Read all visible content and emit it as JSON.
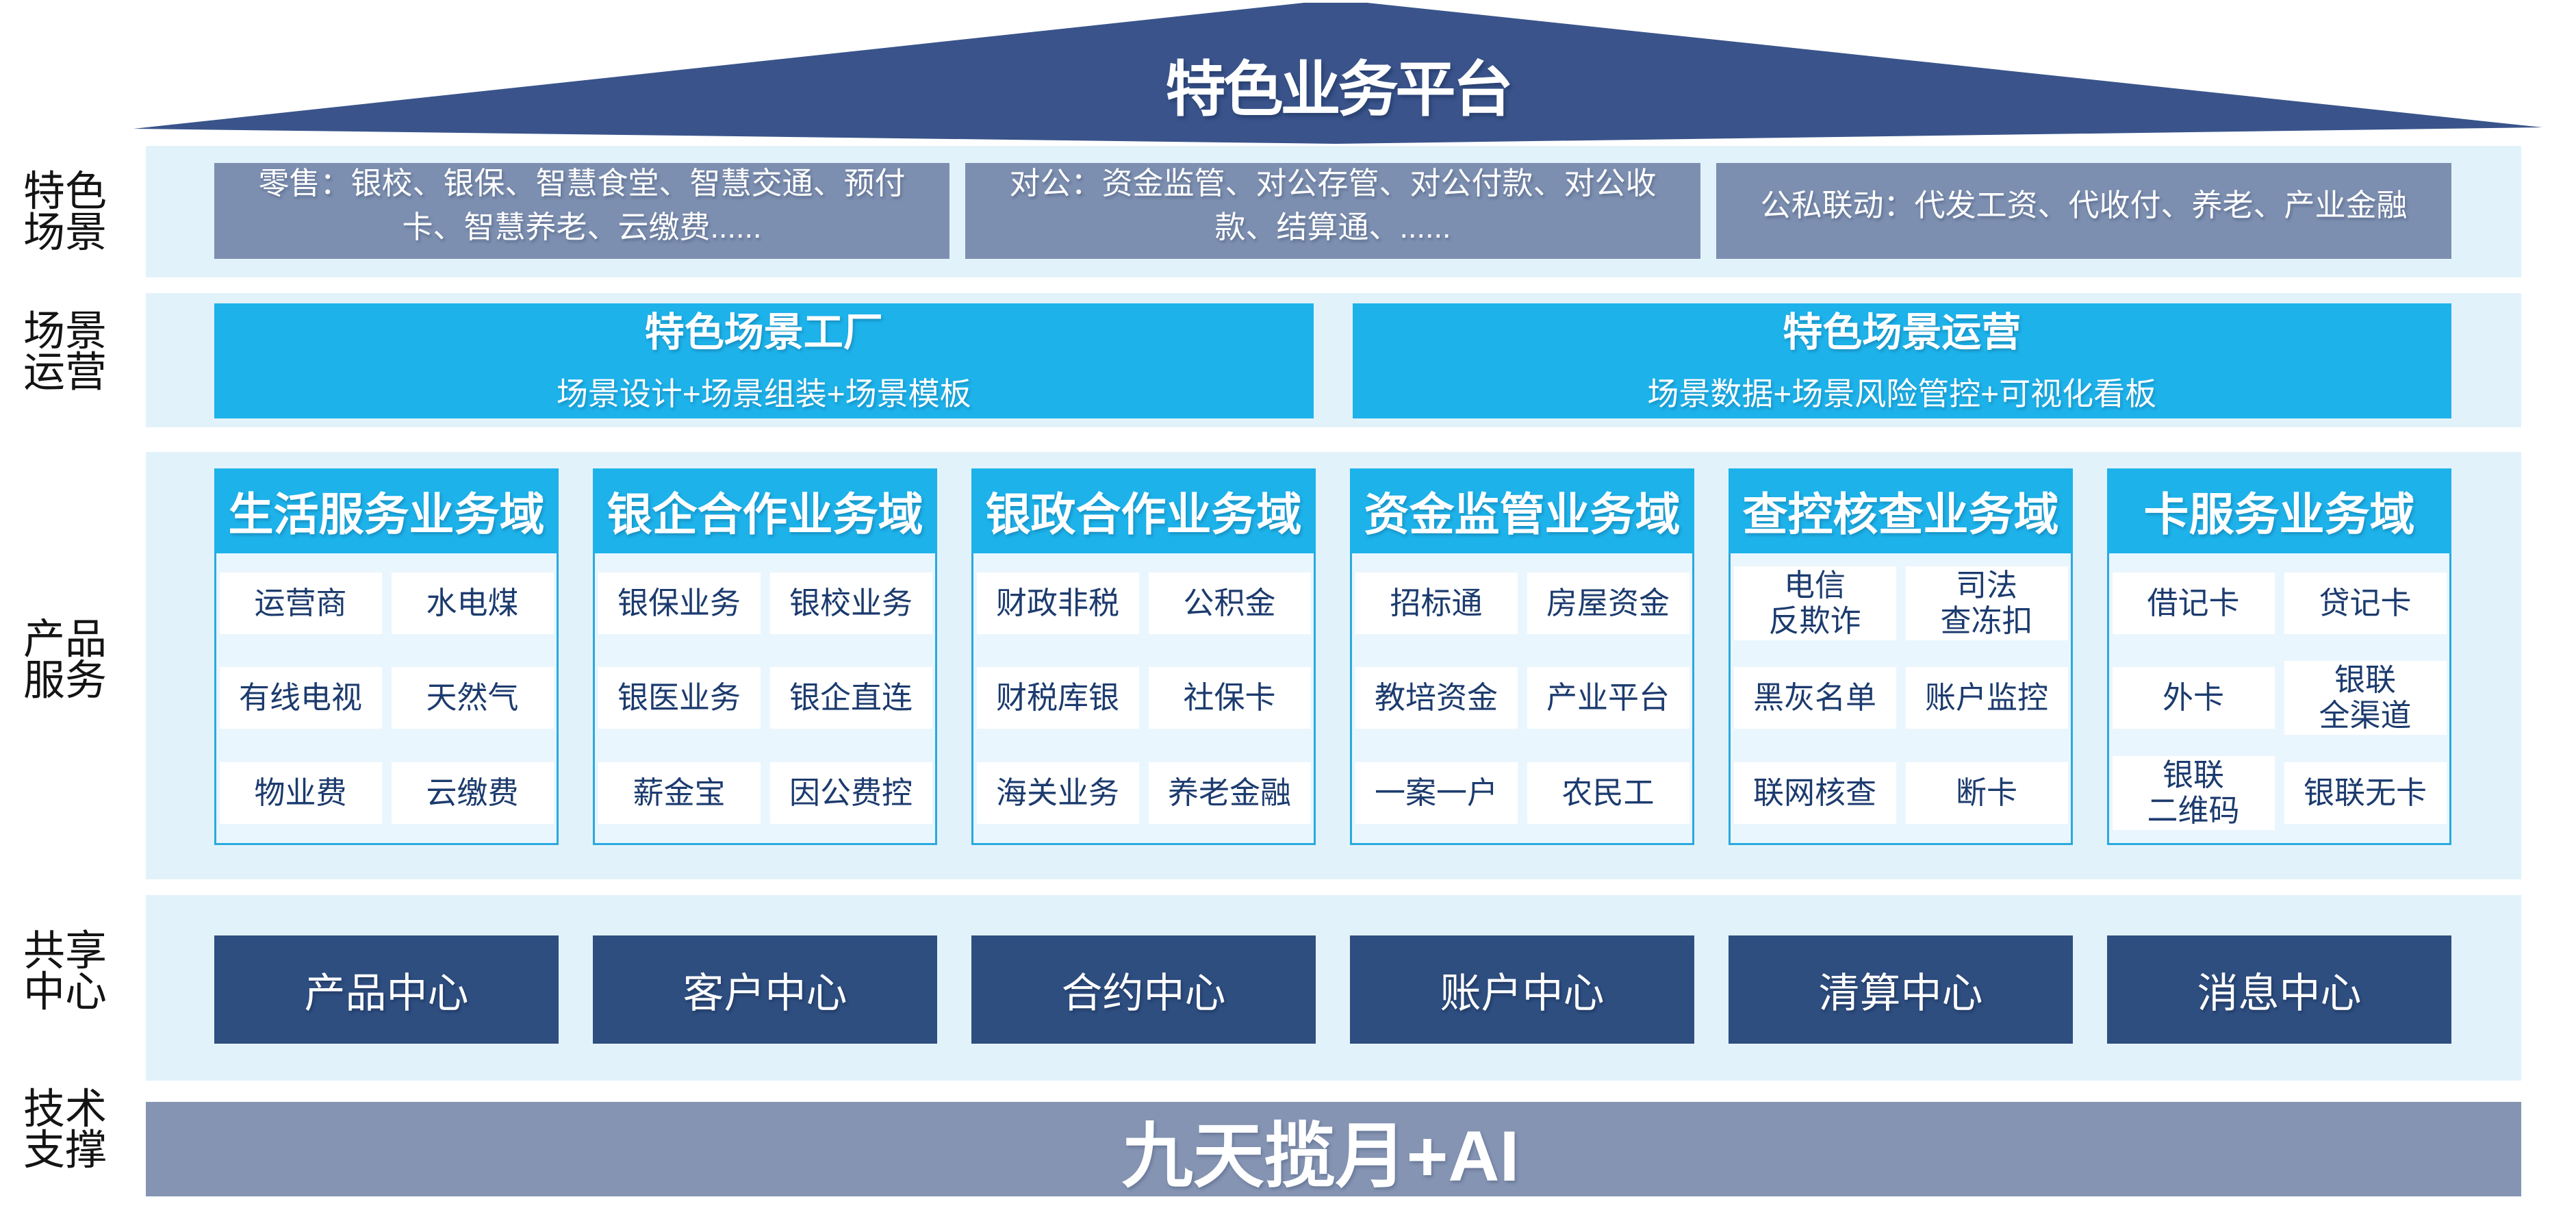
{
  "title": "特色业务平台",
  "colors": {
    "roof_navy": "#3a548b",
    "center_navy": "#2e4e80",
    "scene_gray_blue": "#7d8fb0",
    "tech_gray_blue": "#8594b3",
    "cyan": "#1db2ea",
    "cyan_border": "#2aa9de",
    "band_light_blue": "#e2f2fa",
    "cell_text_navy": "#1c3b6e",
    "white": "#ffffff"
  },
  "scenes": {
    "label": "特色\n场景",
    "boxes": [
      "零售：银校、银保、智慧食堂、智慧交通、预付\n卡、智慧养老、云缴费......",
      "对公：资金监管、对公存管、对公付款、对公收\n款、结算通、......",
      "公私联动：代发工资、代收付、养老、产业金融"
    ]
  },
  "operation": {
    "label": "场景\n运营",
    "boxes": [
      {
        "title": "特色场景工厂",
        "subtitle": "场景设计+场景组装+场景模板"
      },
      {
        "title": "特色场景运营",
        "subtitle": "场景数据+场景风险管控+可视化看板"
      }
    ]
  },
  "products": {
    "label": "产品\n服务",
    "columns": [
      {
        "header": "生活服务业务域",
        "items": [
          "运营商",
          "水电煤",
          "有线电视",
          "天然气",
          "物业费",
          "云缴费"
        ]
      },
      {
        "header": "银企合作业务域",
        "items": [
          "银保业务",
          "银校业务",
          "银医业务",
          "银企直连",
          "薪金宝",
          "因公费控"
        ]
      },
      {
        "header": "银政合作业务域",
        "items": [
          "财政非税",
          "公积金",
          "财税库银",
          "社保卡",
          "海关业务",
          "养老金融"
        ]
      },
      {
        "header": "资金监管业务域",
        "items": [
          "招标通",
          "房屋资金",
          "教培资金",
          "产业平台",
          "一案一户",
          "农民工"
        ]
      },
      {
        "header": "查控核查业务域",
        "items": [
          "电信\n反欺诈",
          "司法\n查冻扣",
          "黑灰名单",
          "账户监控",
          "联网核查",
          "断卡"
        ]
      },
      {
        "header": "卡服务业务域",
        "items": [
          "借记卡",
          "贷记卡",
          "外卡",
          "银联\n全渠道",
          "银联\n二维码",
          "银联无卡"
        ]
      }
    ]
  },
  "shared": {
    "label": "共享\n中心",
    "centers": [
      "产品中心",
      "客户中心",
      "合约中心",
      "账户中心",
      "清算中心",
      "消息中心"
    ]
  },
  "tech": {
    "label": "技术\n支撑",
    "banner": "九天揽月+AI"
  }
}
